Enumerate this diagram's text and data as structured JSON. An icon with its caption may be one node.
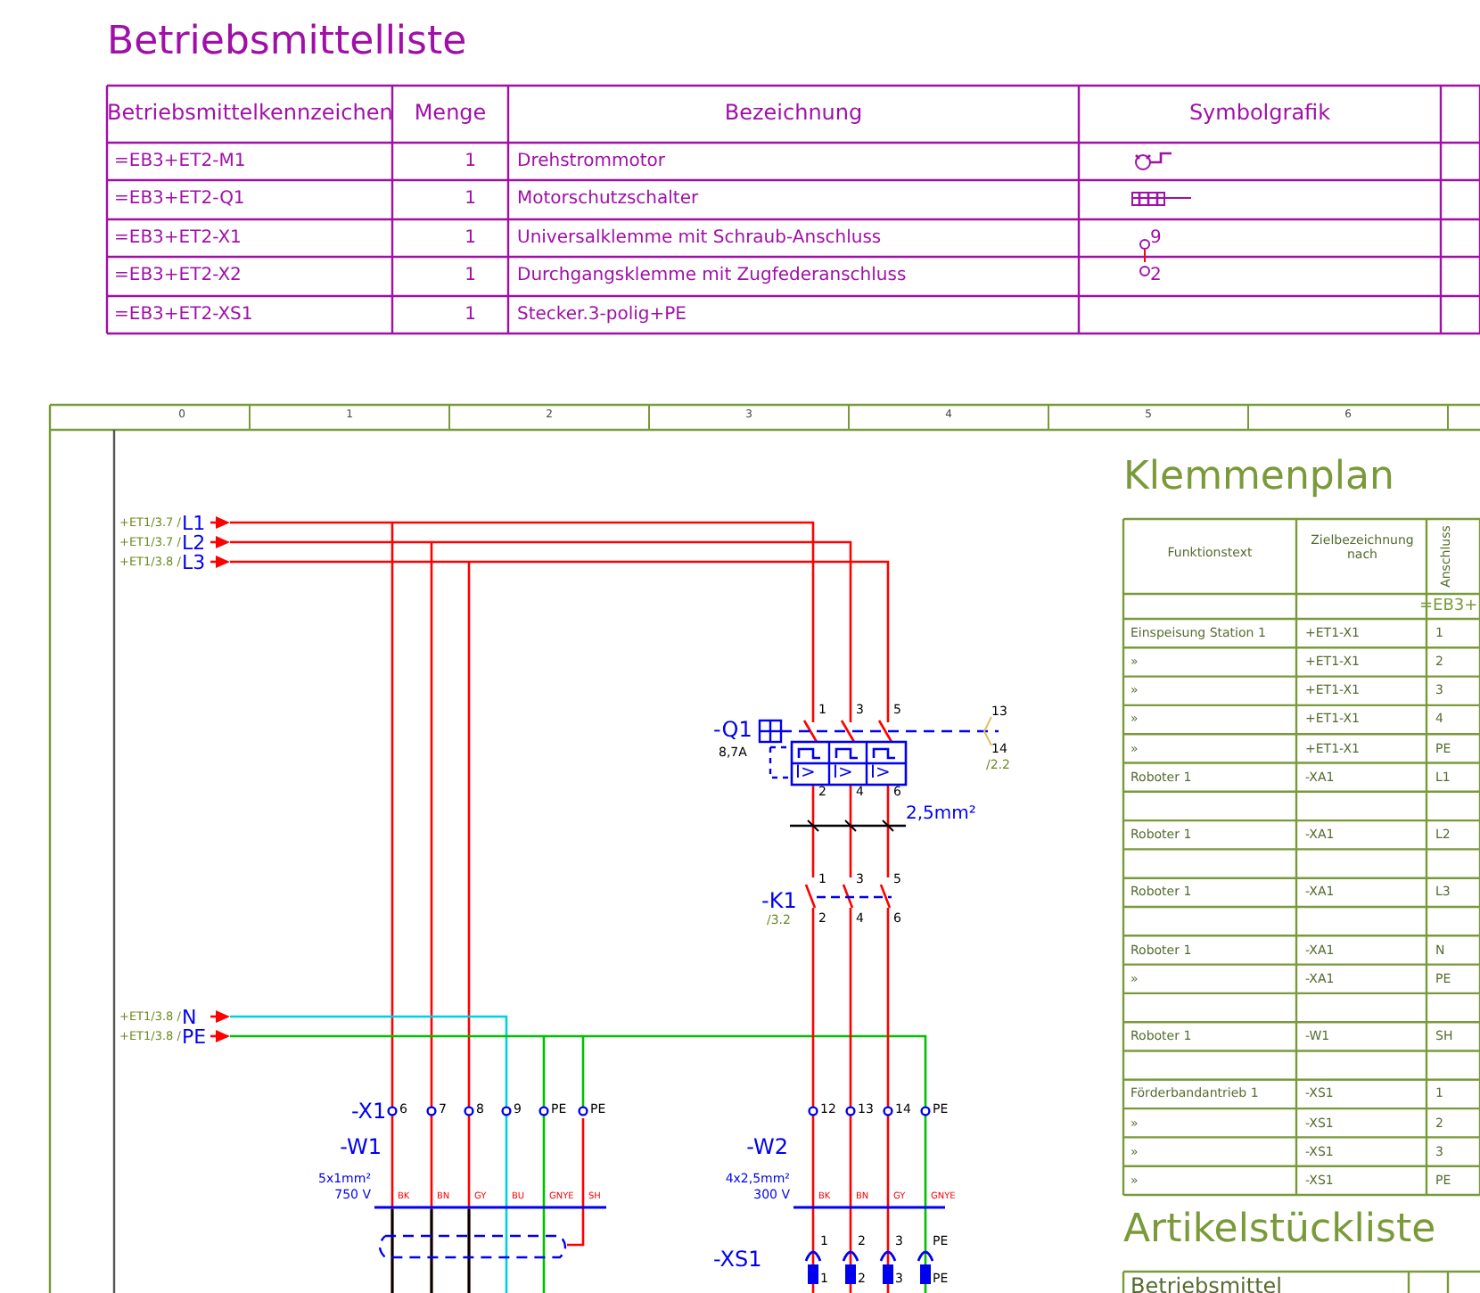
{
  "diagram": {
    "title": "Betriebsmittelliste",
    "labels": [
      "Betriebsmittelkennzeichen",
      "Menge",
      "Bezeichnung",
      "Symbolgrafik",
      "=EB3+ET2-M1",
      "1",
      "Drehstrommotor",
      "=EB3+ET2-Q1",
      "1",
      "Motorschutzschalter",
      "=EB3+ET2-X1",
      "1",
      "Universalklemme mit Schraub-Anschluss",
      "9",
      "=EB3+ET2-X2",
      "1",
      "Durchgangsklemme mit Zugfederanschluss",
      "2",
      "=EB3+ET2-XS1",
      "1",
      "Stecker.3-polig+PE",
      "0",
      "1",
      "2",
      "3",
      "4",
      "5",
      "6",
      "Klemmenplan",
      "Funktionstext",
      "Zielbezeichnung nach",
      "Anschluss",
      "=EB3+",
      "Einspeisung Station 1",
      "+ET1-X1",
      "1",
      "»",
      "+ET1-X1",
      "2",
      "»",
      "+ET1-X1",
      "3",
      "»",
      "+ET1-X1",
      "4",
      "»",
      "+ET1-X1",
      "PE",
      "Roboter 1",
      "-XA1",
      "L1",
      "Roboter 1",
      "-XA1",
      "L2",
      "Roboter 1",
      "-XA1",
      "L3",
      "Roboter 1",
      "-XA1",
      "N",
      "»",
      "-XA1",
      "PE",
      "Roboter 1",
      "-W1",
      "SH",
      "Förderbandantrieb 1",
      "-XS1",
      "1",
      "»",
      "-XS1",
      "2",
      "»",
      "-XS1",
      "3",
      "»",
      "-XS1",
      "PE",
      "Artikelstückliste",
      "Betriebsmittel",
      "+ET1/3.7 /",
      "L1",
      "+ET1/3.7 /",
      "L2",
      "+ET1/3.8 /",
      "L3",
      "+ET1/3.8 /",
      "N",
      "+ET1/3.8 /",
      "PE",
      "-Q1",
      "8,7A",
      "1",
      "3",
      "5",
      "I>",
      "I>",
      "I>",
      "2",
      "4",
      "6",
      "13",
      "14",
      "/2.2",
      "2,5mm²",
      "-K1",
      "/3.2",
      "1",
      "3",
      "5",
      "2",
      "4",
      "6",
      "-X1",
      "6",
      "7",
      "8",
      "9",
      "PE",
      "PE",
      "12",
      "13",
      "14",
      "PE",
      "-W1",
      "5x1mm²",
      "750 V",
      "BK",
      "BN",
      "GY",
      "BU",
      "GNYE",
      "SH",
      "-W2",
      "4x2,5mm²",
      "300 V",
      "BK",
      "BN",
      "GY",
      "GNYE",
      "-XS1",
      "1",
      "2",
      "3",
      "PE",
      "1",
      "2",
      "3",
      "PE"
    ]
  }
}
